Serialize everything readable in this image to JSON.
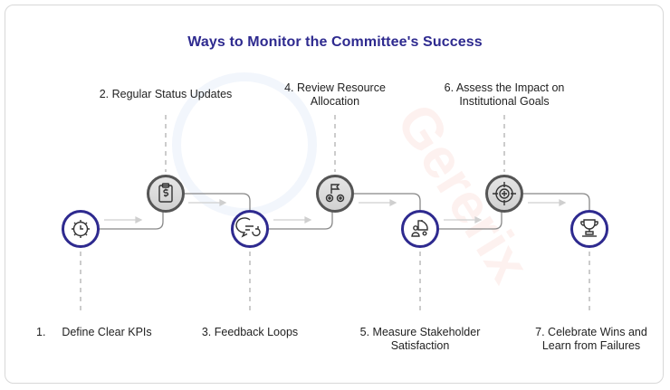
{
  "title": "Ways to Monitor the Committee's Success",
  "watermark": "Gererix",
  "colors": {
    "title": "#2e2a8f",
    "ring": "#2e2a8f",
    "fill_top": "#d9d9d9",
    "fill_bottom": "#ffffff",
    "connector": "#888888",
    "arrow": "#c8c8c8"
  },
  "steps": [
    {
      "number": "1.",
      "label_lines": [
        "Define Clear KPIs"
      ],
      "icon": "gear-clock-icon"
    },
    {
      "label_lines": [
        "2. Regular Status Updates"
      ],
      "icon": "clipboard-dollar-icon"
    },
    {
      "label_lines": [
        "3. Feedback Loops"
      ],
      "icon": "chat-refresh-icon"
    },
    {
      "label_lines": [
        "4. Review Resource",
        "Allocation"
      ],
      "icon": "flag-gears-icon"
    },
    {
      "label_lines": [
        "5. Measure Stakeholder",
        "Satisfaction"
      ],
      "icon": "people-chart-icon"
    },
    {
      "label_lines": [
        "6. Assess the Impact on",
        "Institutional Goals"
      ],
      "icon": "target-icon"
    },
    {
      "label_lines": [
        "7. Celebrate Wins and",
        "Learn from Failures"
      ],
      "icon": "trophy-icon"
    }
  ]
}
